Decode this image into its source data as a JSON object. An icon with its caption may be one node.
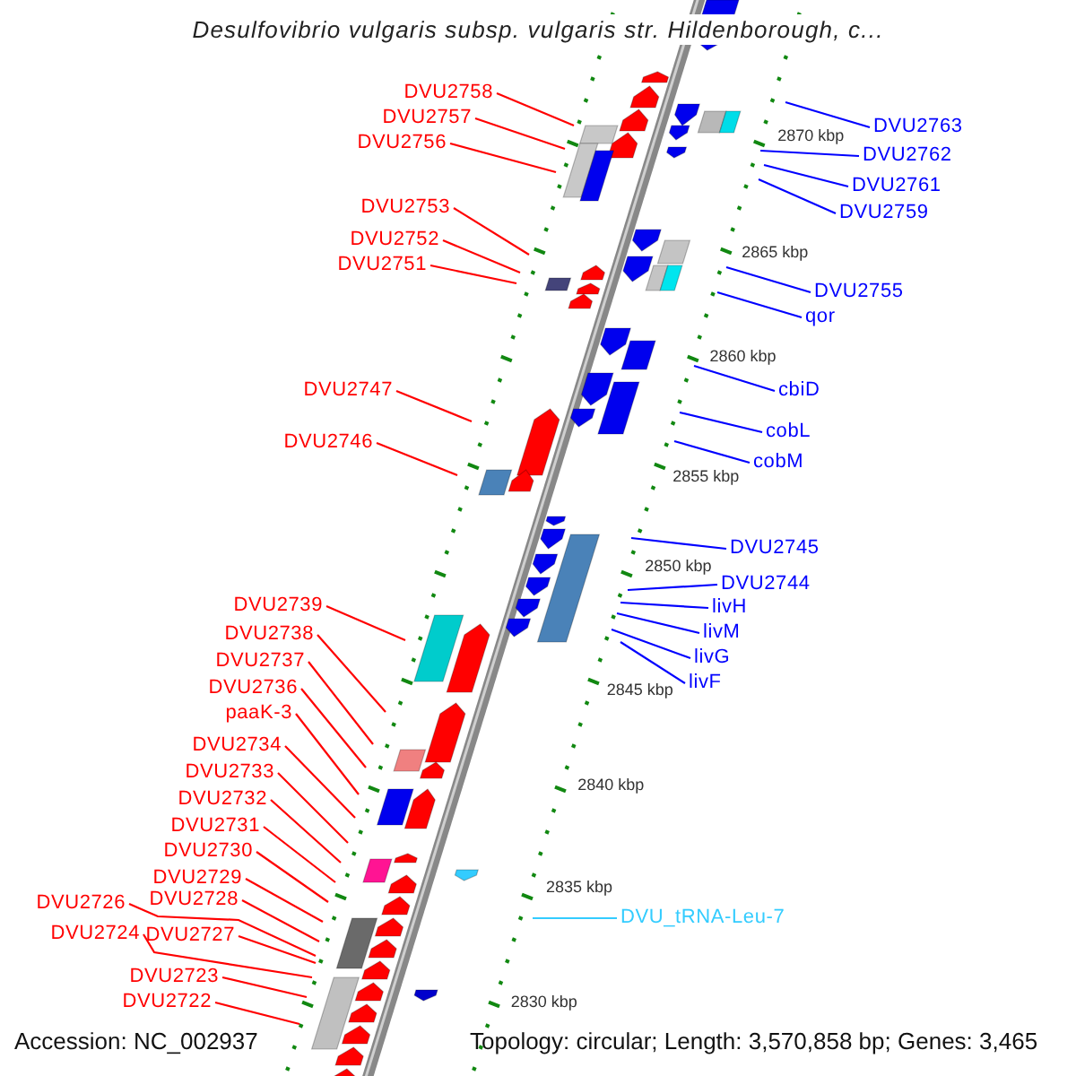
{
  "diagram": {
    "title": "Desulfovibrio vulgaris subsp. vulgaris str. Hildenborough, c...",
    "nodes": [
      {
        "text": [
          "DVU2758"
        ]
      },
      {
        "text": [
          "DVU2757"
        ]
      },
      {
        "text": [
          "DVU2756"
        ]
      },
      {
        "text": [
          "DVU2753"
        ]
      },
      {
        "text": [
          "DVU2752"
        ]
      },
      {
        "text": [
          "DVU2751"
        ]
      },
      {
        "text": [
          "DVU2747"
        ]
      },
      {
        "text": [
          "DVU2746"
        ]
      },
      {
        "text": [
          "DVU2739"
        ]
      },
      {
        "text": [
          "DVU2738"
        ]
      },
      {
        "text": [
          "DVU2737"
        ]
      },
      {
        "text": [
          "DVU2736"
        ]
      },
      {
        "text": [
          "paaK-3"
        ]
      },
      {
        "text": [
          "DVU2734"
        ]
      },
      {
        "text": [
          "DVU2733"
        ]
      },
      {
        "text": [
          "DVU2732"
        ]
      },
      {
        "text": [
          "DVU2731"
        ]
      },
      {
        "text": [
          "DVU2730"
        ]
      },
      {
        "text": [
          "DVU2729"
        ]
      },
      {
        "text": [
          "DVU2726"
        ]
      },
      {
        "text": [
          "DVU2728"
        ]
      },
      {
        "text": [
          "DVU2724"
        ]
      },
      {
        "text": [
          "DVU2727"
        ]
      },
      {
        "text": [
          "DVU2723"
        ]
      },
      {
        "text": [
          "DVU2722"
        ]
      },
      {
        "text": [
          "DVU2763"
        ]
      },
      {
        "text": [
          "DVU2762"
        ]
      },
      {
        "text": [
          "DVU2761"
        ]
      },
      {
        "text": [
          "DVU2759"
        ]
      },
      {
        "text": [
          "DVU2755"
        ]
      },
      {
        "text": [
          "qor"
        ]
      },
      {
        "text": [
          "cbiD"
        ]
      },
      {
        "text": [
          "cobL"
        ]
      },
      {
        "text": [
          "cobM"
        ]
      },
      {
        "text": [
          "DVU2745"
        ]
      },
      {
        "text": [
          "DVU2744"
        ]
      },
      {
        "text": [
          "livH"
        ]
      },
      {
        "text": [
          "livM"
        ]
      },
      {
        "text": [
          "livG"
        ]
      },
      {
        "text": [
          "livF"
        ]
      },
      {
        "text": [
          "DVU_tRNA-Leu-7"
        ]
      }
    ],
    "edges": [
      {
        "from": 0,
        "to": null,
        "arrow": "none"
      },
      {
        "from": 1,
        "to": null,
        "arrow": "none"
      },
      {
        "from": 2,
        "to": null,
        "arrow": "none"
      },
      {
        "from": 3,
        "to": null,
        "arrow": "none"
      },
      {
        "from": 4,
        "to": null,
        "arrow": "none"
      },
      {
        "from": 5,
        "to": null,
        "arrow": "none"
      },
      {
        "from": 6,
        "to": null,
        "arrow": "none"
      },
      {
        "from": 7,
        "to": null,
        "arrow": "none"
      },
      {
        "from": 8,
        "to": null,
        "arrow": "none"
      },
      {
        "from": 9,
        "to": null,
        "arrow": "none"
      },
      {
        "from": 10,
        "to": null,
        "arrow": "none"
      },
      {
        "from": 11,
        "to": null,
        "arrow": "none"
      },
      {
        "from": 12,
        "to": null,
        "arrow": "none"
      },
      {
        "from": 13,
        "to": null,
        "arrow": "none"
      },
      {
        "from": 14,
        "to": null,
        "arrow": "none"
      },
      {
        "from": 15,
        "to": null,
        "arrow": "none"
      },
      {
        "from": 16,
        "to": null,
        "arrow": "none"
      },
      {
        "from": 17,
        "to": null,
        "arrow": "none"
      },
      {
        "from": 18,
        "to": null,
        "arrow": "none"
      },
      {
        "from": 19,
        "to": null,
        "arrow": "none"
      },
      {
        "from": 20,
        "to": null,
        "arrow": "none"
      },
      {
        "from": 21,
        "to": null,
        "arrow": "none"
      },
      {
        "from": 22,
        "to": null,
        "arrow": "none"
      },
      {
        "from": 23,
        "to": null,
        "arrow": "none"
      },
      {
        "from": 24,
        "to": null,
        "arrow": "none"
      },
      {
        "from": 25,
        "to": null,
        "arrow": "none",
        "color": "#0000ff"
      },
      {
        "from": 26,
        "to": null,
        "arrow": "none",
        "color": "#0000ff"
      },
      {
        "from": 27,
        "to": null,
        "arrow": "none",
        "color": "#0000ff"
      },
      {
        "from": 28,
        "to": null,
        "arrow": "none",
        "color": "#0000ff"
      },
      {
        "from": 29,
        "to": null,
        "arrow": "none",
        "color": "#0000ff"
      },
      {
        "from": 30,
        "to": null,
        "arrow": "none",
        "color": "#0000ff"
      },
      {
        "from": 31,
        "to": null,
        "arrow": "none",
        "color": "#0000ff"
      },
      {
        "from": 32,
        "to": null,
        "arrow": "none",
        "color": "#0000ff"
      },
      {
        "from": 33,
        "to": null,
        "arrow": "none",
        "color": "#0000ff"
      },
      {
        "from": 34,
        "to": null,
        "arrow": "none",
        "color": "#0000ff"
      },
      {
        "from": 35,
        "to": null,
        "arrow": "none",
        "color": "#0000ff"
      },
      {
        "from": 36,
        "to": null,
        "arrow": "none",
        "color": "#0000ff"
      },
      {
        "from": 37,
        "to": null,
        "arrow": "none",
        "color": "#0000ff"
      },
      {
        "from": 38,
        "to": null,
        "arrow": "none",
        "color": "#0000ff"
      },
      {
        "from": 39,
        "to": null,
        "arrow": "none",
        "color": "#0000ff"
      },
      {
        "from": 40,
        "to": null,
        "arrow": "none",
        "color": "#33ccff"
      }
    ],
    "labels": [
      "2870 kbp",
      "2865 kbp",
      "2860 kbp",
      "2855 kbp",
      "2850 kbp",
      "2845 kbp",
      "2840 kbp",
      "2835 kbp",
      "2830 kbp",
      "Accession: NC_002937",
      "Topology: circular; Length: 3,570,858 bp; Genes: 3,465"
    ]
  }
}
